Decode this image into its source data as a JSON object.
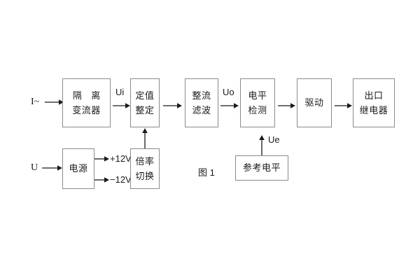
{
  "figure": {
    "caption": "图 1",
    "background_color": "#ffffff",
    "line_color": "#8a8a8a",
    "arrow_color": "#1a1a1a",
    "text_color": "#1a1a1a"
  },
  "inputs": [
    {
      "id": "current-input",
      "label": "I~"
    },
    {
      "id": "voltage-input",
      "label": "U"
    }
  ],
  "blocks": [
    {
      "id": "isolation-transformer",
      "line1": "隔 离",
      "line2": "变流器"
    },
    {
      "id": "setting-value",
      "line1": "定值",
      "line2": "整定"
    },
    {
      "id": "rectify-filter",
      "line1": "整流",
      "line2": "滤波"
    },
    {
      "id": "level-detection",
      "line1": "电平",
      "line2": "检测"
    },
    {
      "id": "drive",
      "line1": "驱动",
      "line2": ""
    },
    {
      "id": "output-relay",
      "line1": "出口",
      "line2": "继电器"
    },
    {
      "id": "power-supply",
      "line1": "电源",
      "line2": ""
    },
    {
      "id": "multiplier-switch",
      "line1": "倍率",
      "line2": "切换"
    },
    {
      "id": "reference-level",
      "line1": "参考电平",
      "line2": ""
    }
  ],
  "signal_labels": [
    {
      "id": "ui",
      "text": "Ui"
    },
    {
      "id": "uo",
      "text": "Uo"
    },
    {
      "id": "ue",
      "text": "Ue"
    }
  ],
  "power_rails": [
    {
      "id": "rail-positive",
      "text": "+12V"
    },
    {
      "id": "rail-negative",
      "text": "−12V"
    }
  ]
}
